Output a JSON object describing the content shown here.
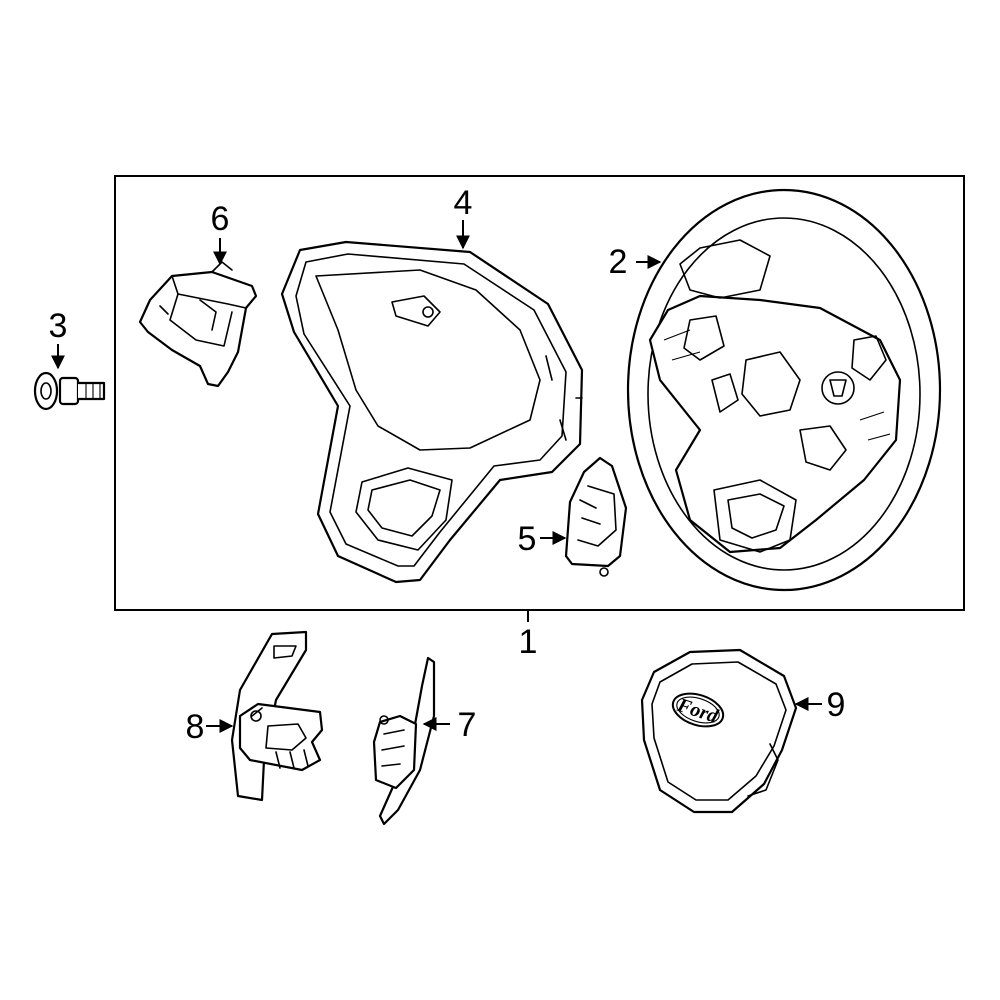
{
  "callouts": {
    "c1": "1",
    "c2": "2",
    "c3": "3",
    "c4": "4",
    "c5": "5",
    "c6": "6",
    "c7": "7",
    "c8": "8",
    "c9": "9"
  },
  "logo": {
    "text": "Ford"
  }
}
